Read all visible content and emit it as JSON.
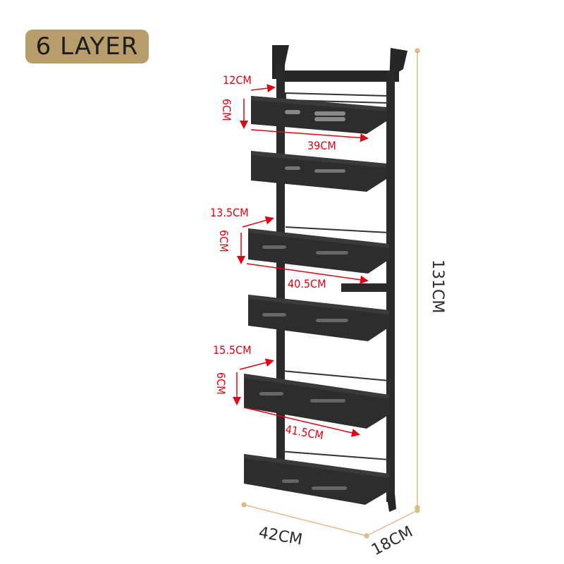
{
  "badge": {
    "label": "6 LAYER"
  },
  "dimensions": {
    "overall_height": "131CM",
    "overall_width": "42CM",
    "overall_depth": "18CM",
    "layers": [
      {
        "depth": "12CM",
        "height": "6CM",
        "width": "39CM"
      },
      {
        "depth": "13.5CM",
        "height": "6CM",
        "width": "40.5CM"
      },
      {
        "depth": "15.5CM",
        "height": "6CM",
        "width": "41.5CM"
      }
    ]
  },
  "colors": {
    "badge": "#b79c6c",
    "dimension_red": "#e60012",
    "rack": "#2a2a2a",
    "guide_line": "#d8bd8e"
  }
}
